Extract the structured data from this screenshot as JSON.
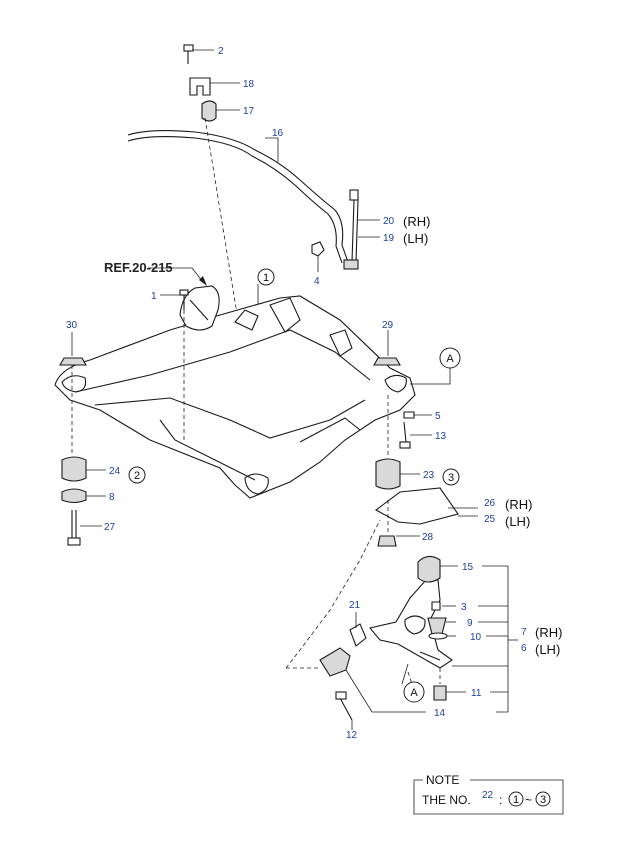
{
  "ref_label": "REF.20-215",
  "side_labels": {
    "rh": "(RH)",
    "lh": "(LH)"
  },
  "callouts": {
    "c1": "1",
    "c2": "2",
    "c3": "3",
    "c4": "4",
    "c5": "5",
    "c6": "6",
    "c7": "7",
    "c8": "8",
    "c9": "9",
    "c10": "10",
    "c11": "11",
    "c12": "12",
    "c13": "13",
    "c14": "14",
    "c15": "15",
    "c16": "16",
    "c17": "17",
    "c18": "18",
    "c19": "19",
    "c20": "20",
    "c21": "21",
    "c23": "23",
    "c24": "24",
    "c25": "25",
    "c26": "26",
    "c27": "27",
    "c28": "28",
    "c29": "29",
    "c30": "30"
  },
  "circled_markers": {
    "one": "1",
    "two": "2",
    "three": "3",
    "a": "A"
  },
  "note": {
    "title": "NOTE",
    "prefix": "THE NO.",
    "part_number": "22",
    "separator": ":",
    "range_start": "1",
    "tilde": "~",
    "range_end": "3"
  },
  "colors": {
    "callout": "#1c3fa0",
    "line": "#1a1a1a"
  }
}
